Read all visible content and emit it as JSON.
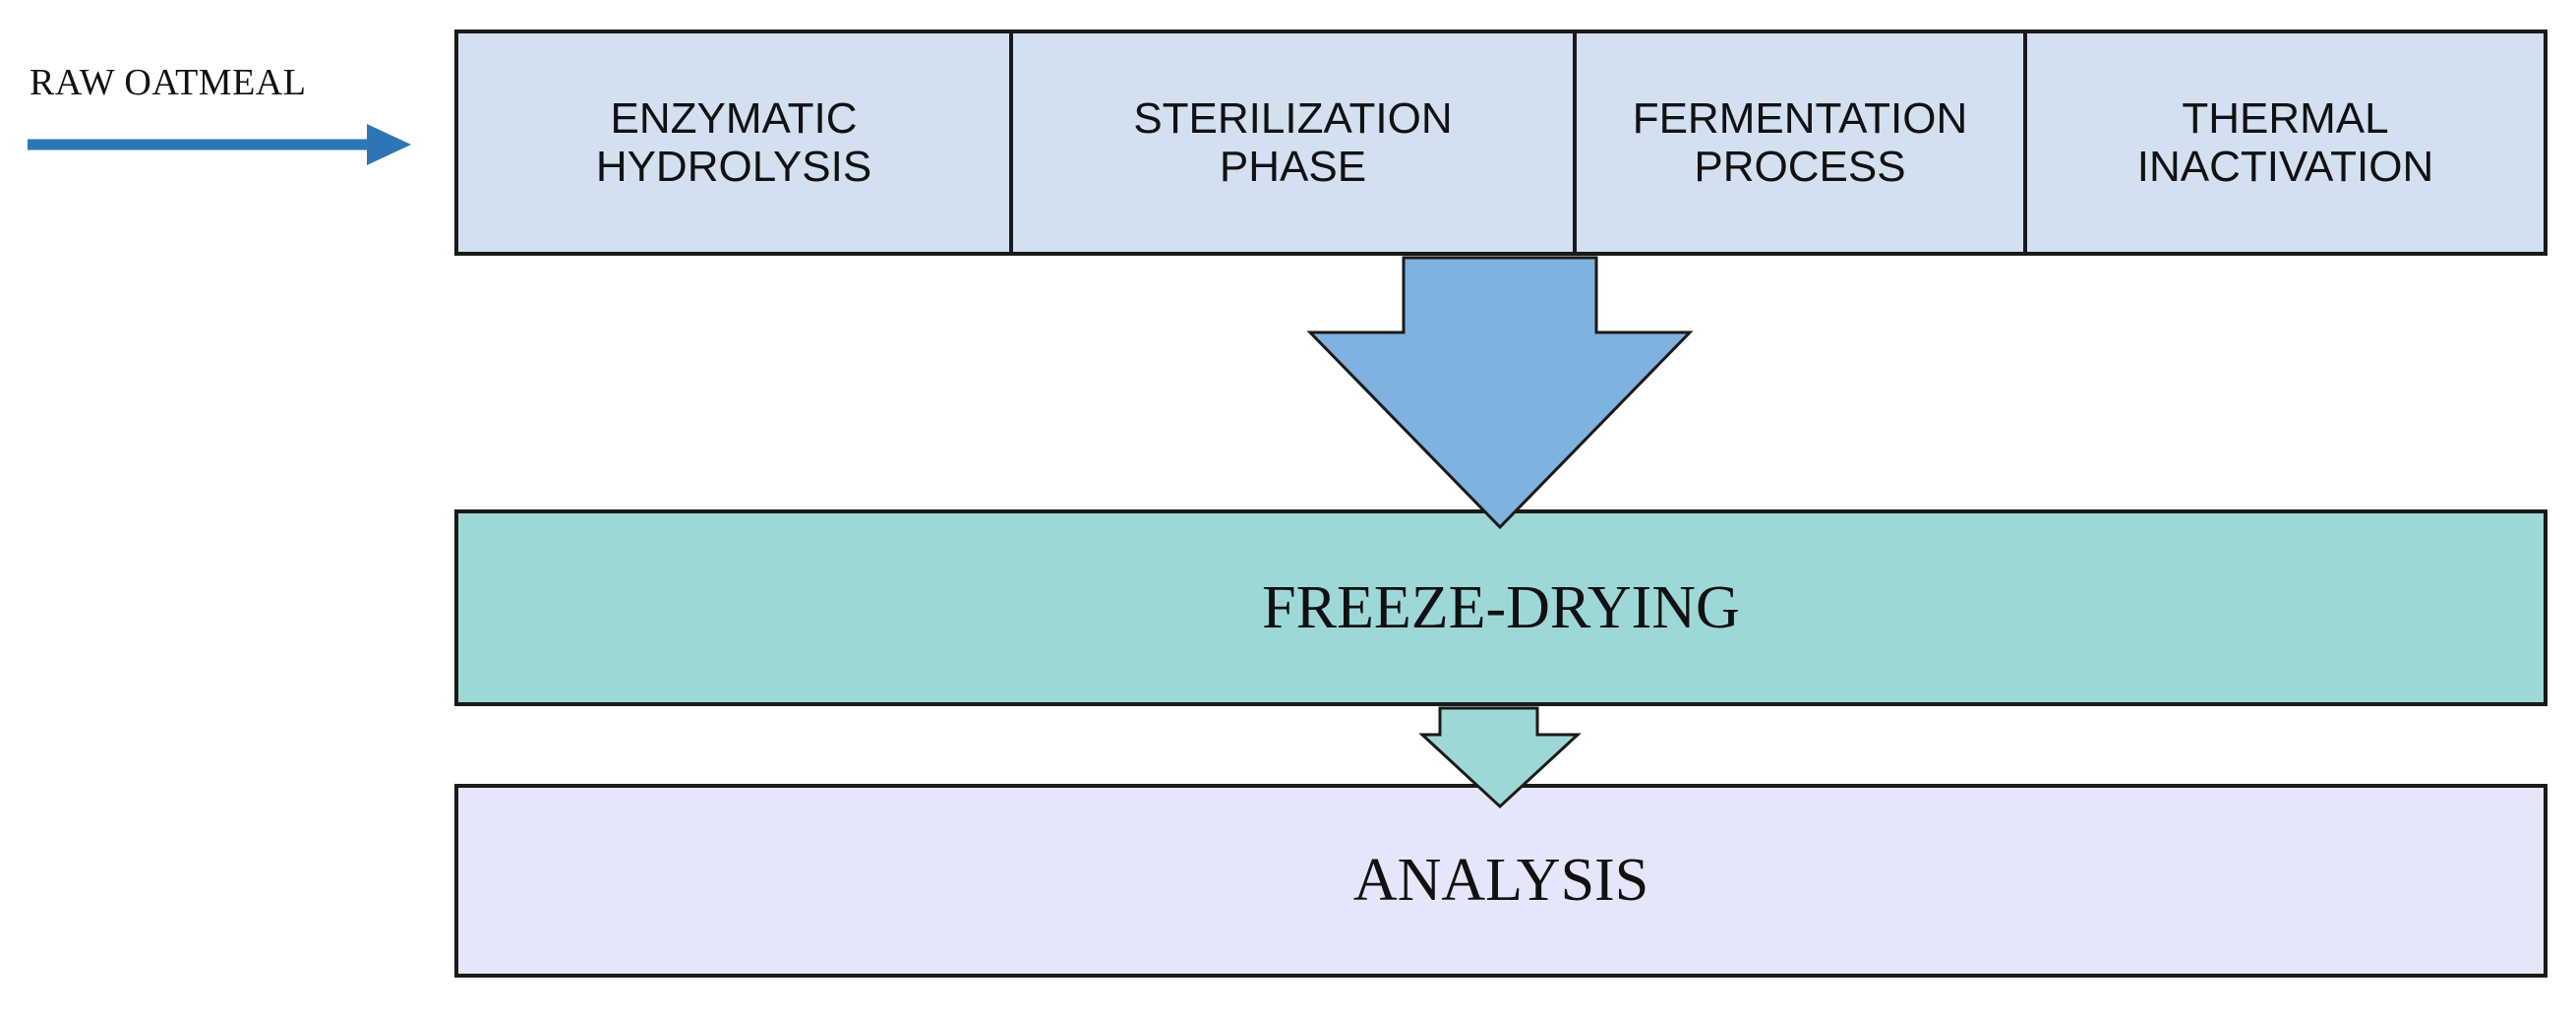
{
  "input": {
    "label": "RAW OATMEAL"
  },
  "process_steps": [
    {
      "line1": "ENZYMATIC",
      "line2": "HYDROLYSIS"
    },
    {
      "line1": "STERILIZATION",
      "line2": "PHASE"
    },
    {
      "line1": "FERMENTATION",
      "line2": "PROCESS"
    },
    {
      "line1": "THERMAL",
      "line2": "INACTIVATION"
    }
  ],
  "stages": {
    "freeze_drying": "FREEZE-DRYING",
    "analysis": "ANALYSIS"
  },
  "colors": {
    "input_arrow": "#2e75b6",
    "steps_fill": "#d3e0f0",
    "big_arrow": "#7fb2de",
    "freeze_drying_fill": "#9dd8d6",
    "small_arrow": "#9dd8d6",
    "analysis_fill": "#e6e6fa",
    "outline": "#1a1a1a"
  }
}
